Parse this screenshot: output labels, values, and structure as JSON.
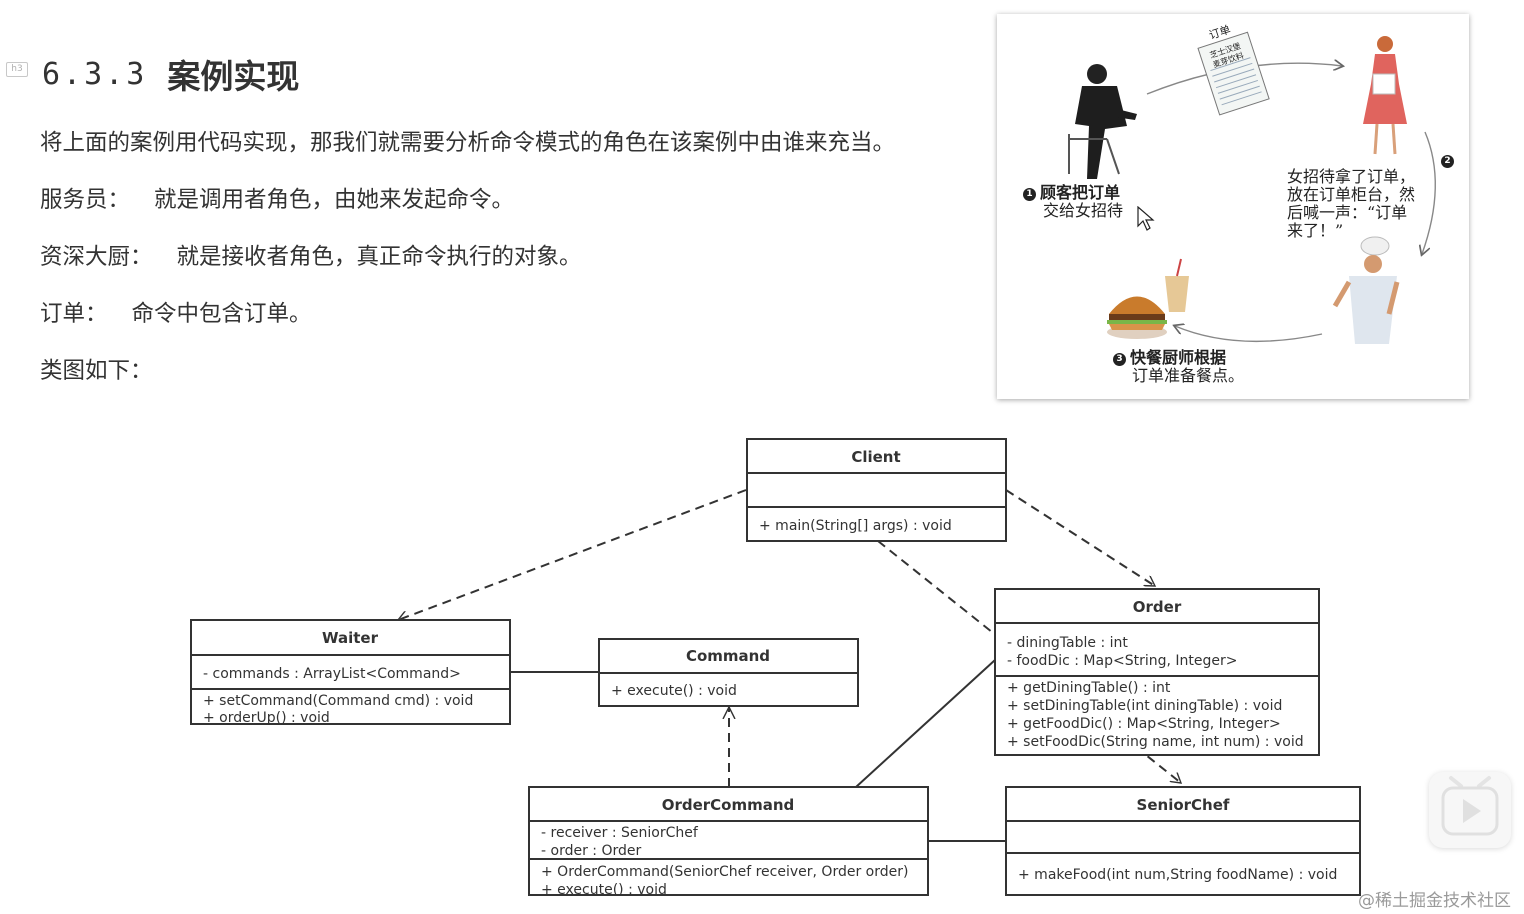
{
  "section": {
    "badge": "h3",
    "number": "6.3.3",
    "title": "案例实现"
  },
  "paragraphs": {
    "intro": "将上面的案例用代码实现，那我们就需要分析命令模式的角色在该案例中由谁来充当。",
    "waiter_label": "服务员：",
    "waiter_text": "就是调用者角色，由她来发起命令。",
    "chef_label": "资深大厨：",
    "chef_text": "就是接收者角色，真正命令执行的对象。",
    "order_label": "订单：",
    "order_text": "命令中包含订单。",
    "diagram_intro": "类图如下："
  },
  "illustration": {
    "ticket_title": "订单",
    "ticket_line1": "芝士汉堡",
    "ticket_line2": "麦芽饮料",
    "step1_num": "1",
    "step1_line1": "顾客把订单",
    "step1_line2": "交给女招待",
    "step2_num": "2",
    "step2_line1": "女招待拿了订单，",
    "step2_line2": "放在订单柜台，然",
    "step2_line3": "后喊一声：“订单",
    "step2_line4": "来了！”",
    "step3_num": "3",
    "step3_line1": "快餐厨师根据",
    "step3_line2": "订单准备餐点。"
  },
  "uml": {
    "client": {
      "name": "Client",
      "methods": [
        "+ main(String[] args) : void"
      ]
    },
    "waiter": {
      "name": "Waiter",
      "attributes": [
        "- commands :  ArrayList<Command>"
      ],
      "methods": [
        "+ setCommand(Command cmd) : void",
        "+ orderUp() : void"
      ]
    },
    "command": {
      "name": "Command",
      "methods": [
        "+ execute() : void"
      ]
    },
    "order": {
      "name": "Order",
      "attributes": [
        "- diningTable : int",
        "- foodDic :   Map<String, Integer>"
      ],
      "methods": [
        "+ getDiningTable() : int",
        "+ setDiningTable(int diningTable) : void",
        "+ getFoodDic() : Map<String, Integer>",
        "+ setFoodDic(String name, int num) : void"
      ]
    },
    "ordercommand": {
      "name": "OrderCommand",
      "attributes": [
        "- receiver : SeniorChef",
        "- order : Order"
      ],
      "methods": [
        "+ OrderCommand(SeniorChef receiver, Order order)",
        "+ execute() : void"
      ]
    },
    "seniorchef": {
      "name": "SeniorChef",
      "methods": [
        "+ makeFood(int num,String foodName) : void"
      ]
    }
  },
  "watermark": "@稀土掘金技术社区",
  "colors": {
    "text": "#333333",
    "line": "#333333",
    "watermark": "#9a9a9a"
  },
  "icons": {
    "play": "play-icon",
    "cursor": "mouse-cursor-icon"
  }
}
